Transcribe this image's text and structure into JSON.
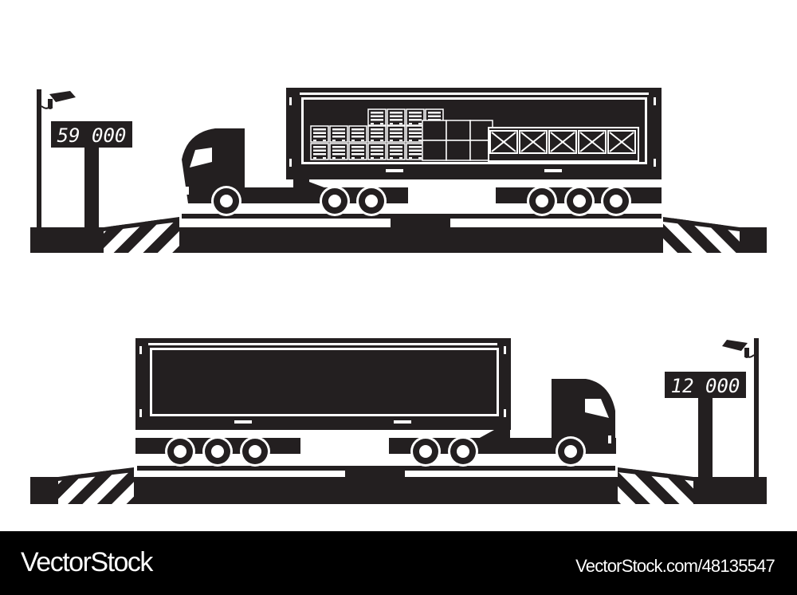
{
  "illustration": {
    "subject": "Truck weighing station (weighbridge) — loaded vs empty container truck",
    "colors": {
      "ink": "#231f20",
      "background": "#ffffff",
      "footer": "#000000",
      "text_light": "#ffffff"
    },
    "top_scene": {
      "label": "loaded-truck",
      "scale_display": "59 000",
      "truck_direction": "facing-left",
      "cargo": "pallets and crates"
    },
    "bottom_scene": {
      "label": "empty-truck",
      "scale_display": "12 000",
      "truck_direction": "facing-right",
      "cargo": "empty container"
    },
    "icons": [
      "security-camera-icon",
      "scale-display-icon",
      "truck-icon",
      "hazard-stripes-icon"
    ]
  },
  "footer": {
    "brand": "VectorStock",
    "image_id": "VectorStock.com/48135547"
  }
}
